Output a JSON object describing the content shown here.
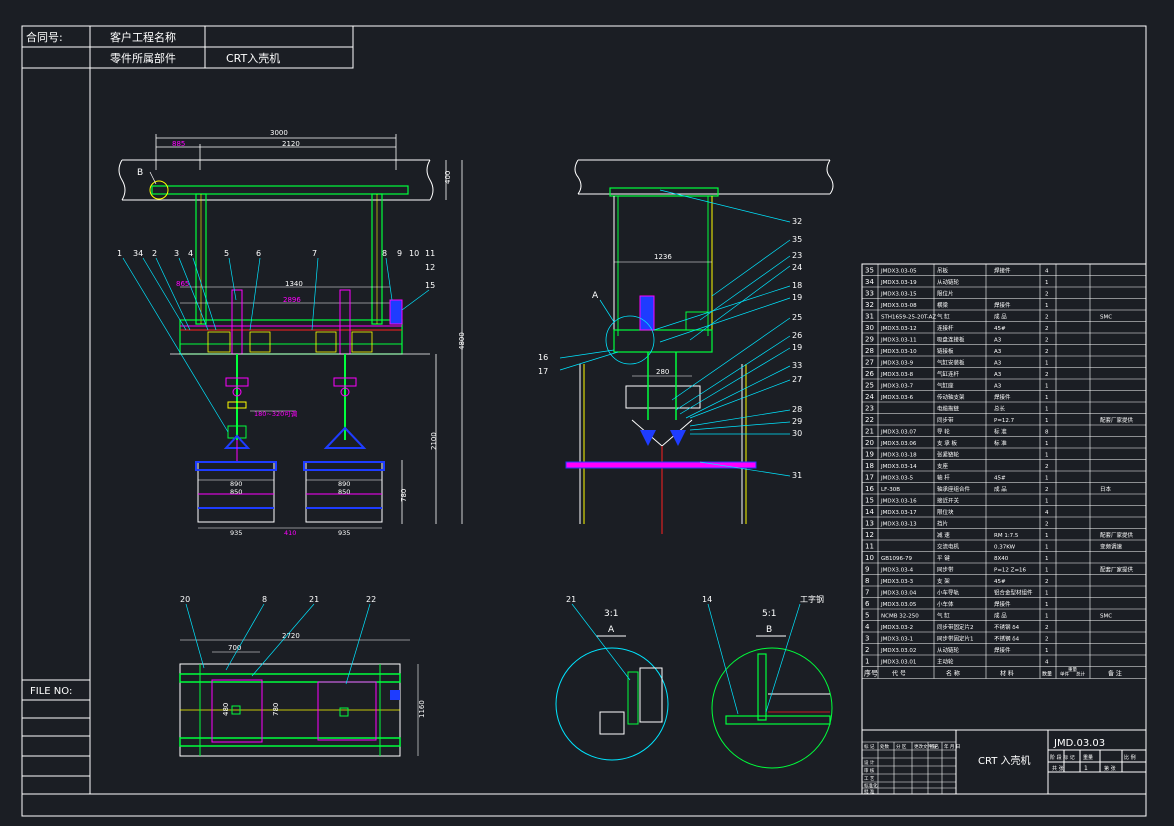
{
  "header_block": {
    "contract_label": "合同号:",
    "customer_label": "客户工程名称",
    "part_label": "零件所属部件",
    "part_value": "CRT入壳机"
  },
  "file_label": "FILE  NO:",
  "front_view": {
    "dims": {
      "overall": "3000",
      "left": "885",
      "span": "2120",
      "beam_h": "400",
      "sub1": "865",
      "sub2": "1340",
      "sub3": "2896",
      "height": "4800",
      "hang": "2100",
      "frame_h": "780",
      "w1": "890",
      "w2": "850",
      "w3": "890",
      "w4": "850",
      "b1": "935",
      "b2": "410",
      "b3": "935",
      "stroke": "180~320可调",
      "marker_b": "B"
    },
    "balloons": [
      "1",
      "34",
      "2",
      "3",
      "4",
      "5",
      "6",
      "7",
      "8",
      "9",
      "10",
      "11",
      "12",
      "15"
    ]
  },
  "side_view": {
    "dims": {
      "width": "1236",
      "inner": "280"
    },
    "marker_a": "A",
    "left_balloons": [
      "16",
      "17"
    ],
    "right_balloons": [
      "32",
      "35",
      "23",
      "24",
      "18",
      "19",
      "25",
      "26",
      "19",
      "33",
      "27",
      "28",
      "29",
      "30",
      "31"
    ]
  },
  "plan_view": {
    "dims": {
      "length": "2720",
      "sub": "700",
      "d1": "780",
      "d2": "1160",
      "d3": "480"
    },
    "balloons": [
      "20",
      "8",
      "21",
      "22"
    ]
  },
  "detail_a": {
    "scale": "3:1",
    "label": "A",
    "balloon": "21"
  },
  "detail_b": {
    "scale": "5:1",
    "label": "B",
    "balloon": "14",
    "note": "工字钢"
  },
  "bom_rows": [
    {
      "no": "35",
      "code": "JMDX3.03-05",
      "name": "吊板",
      "spec": "焊接件",
      "qty": "4",
      "note": ""
    },
    {
      "no": "34",
      "code": "JMDX3.03-19",
      "name": "从动链轮",
      "spec": "",
      "qty": "1",
      "note": ""
    },
    {
      "no": "33",
      "code": "JMDX3.03-15",
      "name": "限位片",
      "spec": "",
      "qty": "2",
      "note": ""
    },
    {
      "no": "32",
      "code": "JMDX3.03-08",
      "name": "横梁",
      "spec": "焊接件",
      "qty": "1",
      "note": ""
    },
    {
      "no": "31",
      "code": "STH1659-25-20T-AZ",
      "name": "气 缸",
      "spec": "成 品",
      "qty": "2",
      "note": "SMC"
    },
    {
      "no": "30",
      "code": "JMDX3.03-12",
      "name": "连接杆",
      "spec": "45#",
      "qty": "2",
      "note": ""
    },
    {
      "no": "29",
      "code": "JMDX3.03-11",
      "name": "吸盘连接板",
      "spec": "A3",
      "qty": "2",
      "note": ""
    },
    {
      "no": "28",
      "code": "JMDX3.03-10",
      "name": "链接板",
      "spec": "A3",
      "qty": "2",
      "note": ""
    },
    {
      "no": "27",
      "code": "JMDX3.03-9",
      "name": "气缸安装板",
      "spec": "A3",
      "qty": "1",
      "note": ""
    },
    {
      "no": "26",
      "code": "JMDX3.03-8",
      "name": "气缸连杆",
      "spec": "A3",
      "qty": "2",
      "note": ""
    },
    {
      "no": "25",
      "code": "JMDX3.03-7",
      "name": "气缸座",
      "spec": "A3",
      "qty": "1",
      "note": ""
    },
    {
      "no": "24",
      "code": "JMDX3.03-6",
      "name": "传动轴支架",
      "spec": "焊接件",
      "qty": "1",
      "note": ""
    },
    {
      "no": "23",
      "code": "",
      "name": "电缆拖链",
      "spec": "总长",
      "qty": "1",
      "note": ""
    },
    {
      "no": "22",
      "code": "",
      "name": "同步带",
      "spec": "P=12.7",
      "qty": "1",
      "note": "配套厂家提供"
    },
    {
      "no": "21",
      "code": "JMDX3.03.07",
      "name": "导 轮",
      "spec": "标 准",
      "qty": "8",
      "note": ""
    },
    {
      "no": "20",
      "code": "JMDX3.03.06",
      "name": "支 承 板",
      "spec": "标 准",
      "qty": "1",
      "note": ""
    },
    {
      "no": "19",
      "code": "JMDX3.03-18",
      "name": "张紧链轮",
      "spec": "",
      "qty": "1",
      "note": ""
    },
    {
      "no": "18",
      "code": "JMDX3.03-14",
      "name": "支座",
      "spec": "",
      "qty": "2",
      "note": ""
    },
    {
      "no": "17",
      "code": "JMDX3.03-5",
      "name": "轴 杆",
      "spec": "45#",
      "qty": "1",
      "note": ""
    },
    {
      "no": "16",
      "code": "LF-30B",
      "name": "轴承座组合件",
      "spec": "成 品",
      "qty": "2",
      "note": "日本"
    },
    {
      "no": "15",
      "code": "JMDX3.03-16",
      "name": "接近开关",
      "spec": "",
      "qty": "1",
      "note": ""
    },
    {
      "no": "14",
      "code": "JMDX3.03-17",
      "name": "限位块",
      "spec": "",
      "qty": "4",
      "note": ""
    },
    {
      "no": "13",
      "code": "JMDX3.03-13",
      "name": "挡片",
      "spec": "",
      "qty": "2",
      "note": ""
    },
    {
      "no": "12",
      "code": "",
      "name": "减 速",
      "spec": "RM 1:7.5",
      "qty": "1",
      "note": "配套厂家提供"
    },
    {
      "no": "11",
      "code": "",
      "name": "交流电机",
      "spec": "0.37KW",
      "qty": "1",
      "note": "变频调速"
    },
    {
      "no": "10",
      "code": "GB1096-79",
      "name": "平 键",
      "spec": "8X40",
      "qty": "1",
      "note": ""
    },
    {
      "no": "9",
      "code": "JMDX3.03-4",
      "name": "同步带",
      "spec": "P=12 Z=16",
      "qty": "1",
      "note": "配套厂家提供"
    },
    {
      "no": "8",
      "code": "JMDX3.03-3",
      "name": "支 架",
      "spec": "45#",
      "qty": "2",
      "note": ""
    },
    {
      "no": "7",
      "code": "JMDX3.03.04",
      "name": "小车导轨",
      "spec": "铝合金型材组件",
      "qty": "1",
      "note": ""
    },
    {
      "no": "6",
      "code": "JMDX3.03.05",
      "name": "小车体",
      "spec": "焊接件",
      "qty": "1",
      "note": ""
    },
    {
      "no": "5",
      "code": "NCMB 32-250",
      "name": "气 缸",
      "spec": "成 品",
      "qty": "1",
      "note": "SMC"
    },
    {
      "no": "4",
      "code": "JMDX3.03-2",
      "name": "同步带固定片2",
      "spec": "不锈钢 δ4",
      "qty": "2",
      "note": ""
    },
    {
      "no": "3",
      "code": "JMDX3.03-1",
      "name": "同步带固定片1",
      "spec": "不锈钢 δ4",
      "qty": "2",
      "note": ""
    },
    {
      "no": "2",
      "code": "JMDX3.03.02",
      "name": "从动链轮",
      "spec": "焊接件",
      "qty": "1",
      "note": ""
    },
    {
      "no": "1",
      "code": "JMDX3.03.01",
      "name": "主动轮",
      "spec": "",
      "qty": "4",
      "note": ""
    }
  ],
  "bom_header": {
    "no": "序号",
    "code": "代 号",
    "name": "名 称",
    "spec": "材 料",
    "qty": "数量",
    "unit_w": "单件",
    "total_w": "总计",
    "weight": "重量",
    "note": "备 注"
  },
  "title_block": {
    "title": "CRT 入壳机",
    "drawing_no": "JMD.03.03",
    "stage": "阶 段 标 记",
    "weight": "重量",
    "scale": "比 例",
    "sheets": "共 张",
    "sheet_no": "第 张",
    "qty": "1",
    "labels": [
      "标 记",
      "处数",
      "分 区",
      "更改文件号",
      "签名",
      "年 月 日",
      "设 计",
      "审 核",
      "工 艺",
      "标准化",
      "批 准"
    ]
  },
  "colors": {
    "bg": "#1b1e24",
    "line": "#ffffff",
    "green": "#00ff3c",
    "yellow": "#ffff00",
    "magenta": "#ff00ff",
    "cyan": "#00e5ff",
    "red": "#ff2020",
    "blue": "#1e3cff"
  }
}
